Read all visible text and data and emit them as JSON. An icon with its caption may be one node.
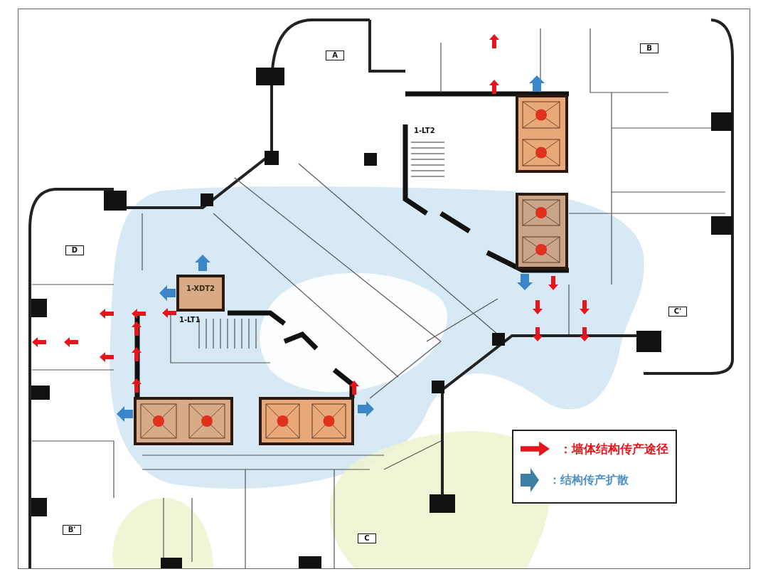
{
  "diagram": {
    "nodes": [
      {
        "text": [
          "A"
        ]
      },
      {
        "text": [
          "B"
        ]
      },
      {
        "text": [
          "D"
        ]
      },
      {
        "text": [
          "1-XDT2"
        ]
      },
      {
        "text": [
          "C'"
        ]
      },
      {
        "text": [
          "B'"
        ]
      },
      {
        "text": [
          "C"
        ]
      }
    ],
    "labels": [
      "1-LT2",
      "1-LT1"
    ],
    "legend": [
      {
        "text": "：墙体结构传产途径"
      },
      {
        "text": "：结构传产扩散"
      }
    ]
  }
}
